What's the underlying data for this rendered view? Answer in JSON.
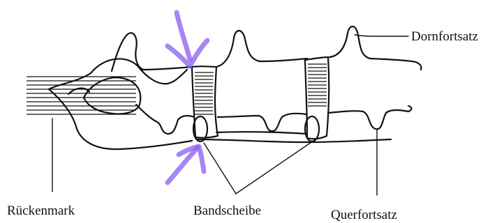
{
  "labels": {
    "spinous_process": "Dornfortsatz",
    "spinal_cord": "Rückenmark",
    "disc": "Bandscheibe",
    "transverse_process": "Querfortsatz"
  },
  "colors": {
    "ink": "#111111",
    "highlight": "#8a5cf0"
  }
}
